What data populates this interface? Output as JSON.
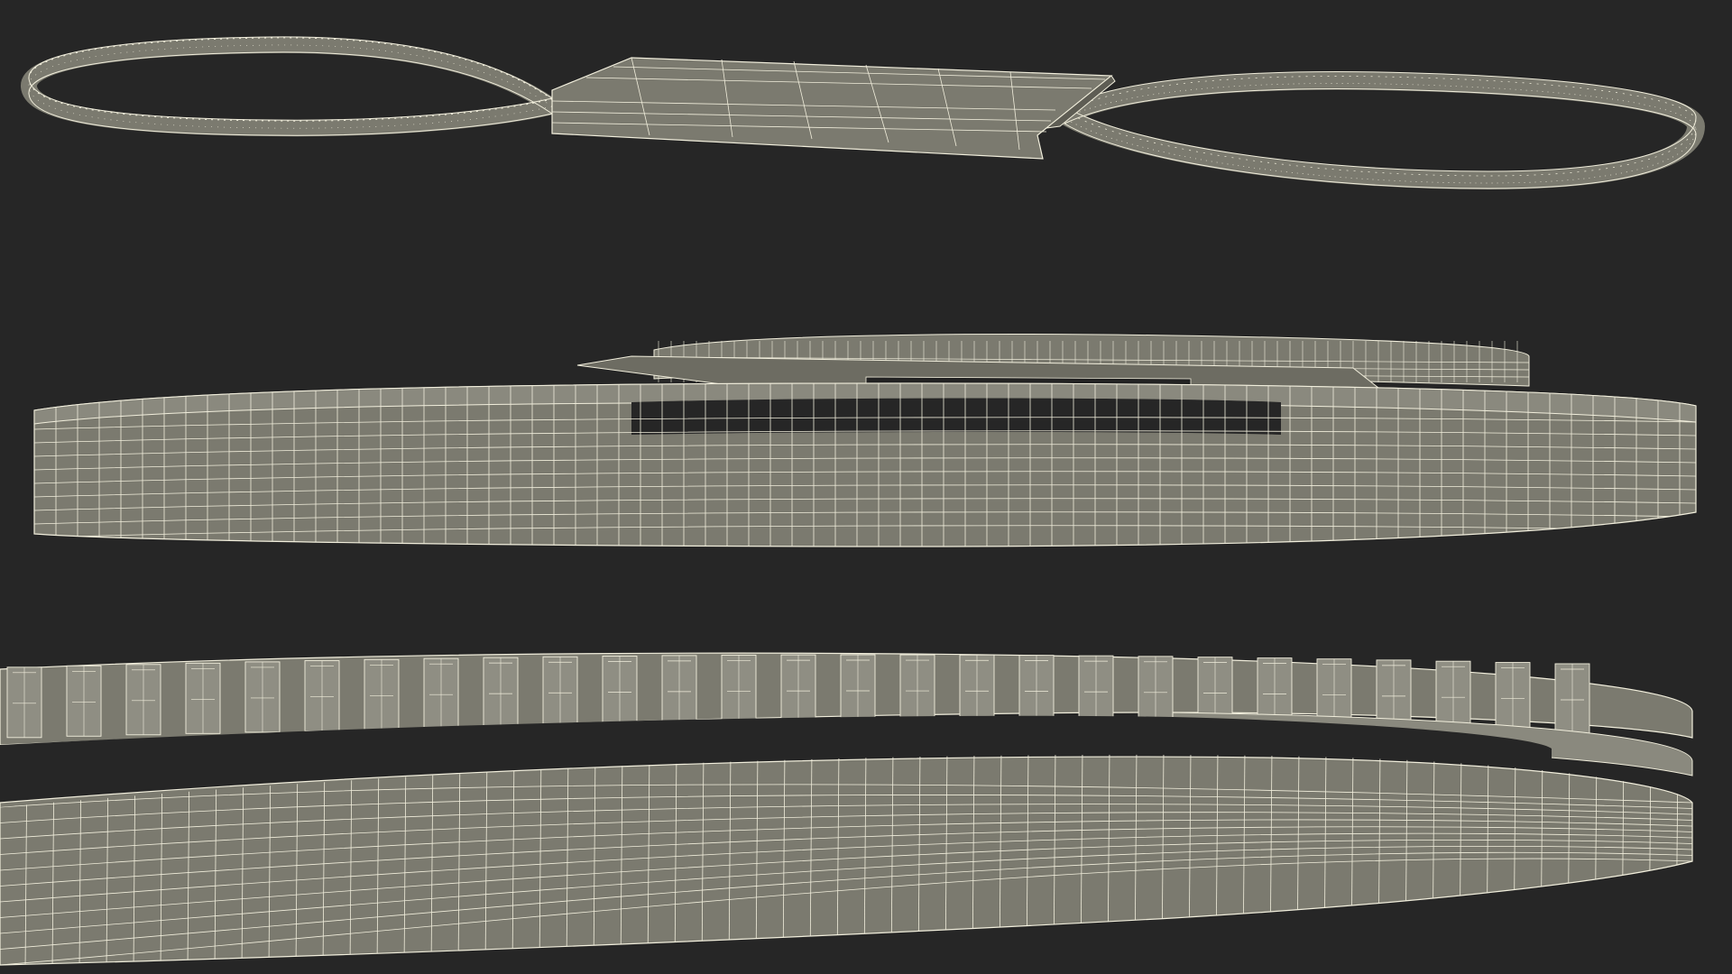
{
  "scene": {
    "background": "#262626",
    "belt_face": "#7b7a6f",
    "belt_face_dark": "#5e5d54",
    "belt_face_light": "#8a897e",
    "wire_color": "#f1eedc",
    "views": [
      "top-view-figure-eight",
      "mid-view-looped-belt",
      "closeup-view-belt-teeth"
    ]
  }
}
